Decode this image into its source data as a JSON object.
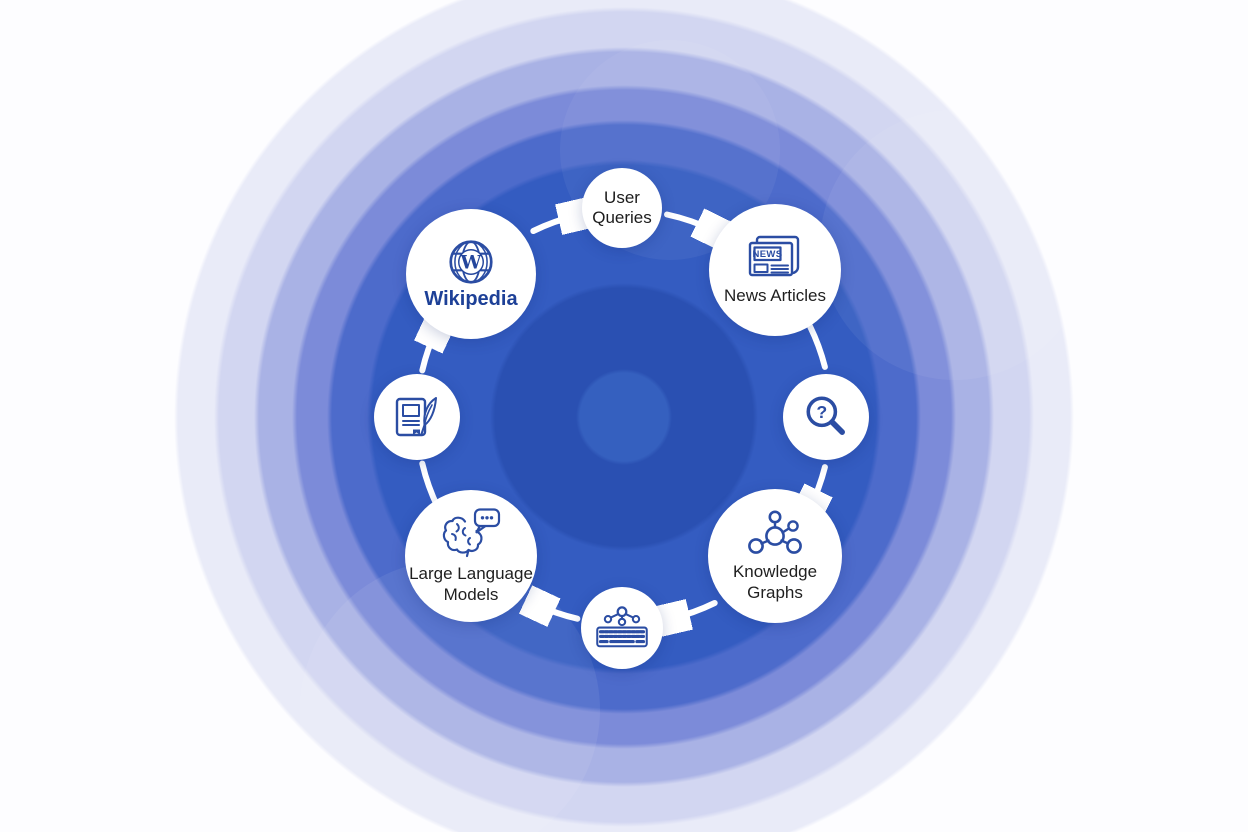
{
  "diagram": {
    "type": "circular-flow",
    "nodes": [
      {
        "id": "user-queries",
        "label": "User Queries",
        "icon": "none"
      },
      {
        "id": "news-articles",
        "label": "News Articles",
        "icon": "newspaper-icon",
        "icon_text": "NEWS"
      },
      {
        "id": "search-question",
        "label": "",
        "icon": "magnifier-question-icon",
        "icon_text": "?"
      },
      {
        "id": "knowledge-graphs",
        "label": "Knowledge Graphs",
        "icon": "graph-nodes-icon"
      },
      {
        "id": "text-network",
        "label": "",
        "icon": "network-keyboard-icon"
      },
      {
        "id": "large-language-models",
        "label": "Large Language Models",
        "icon": "brain-chat-icon"
      },
      {
        "id": "document-quill",
        "label": "",
        "icon": "document-quill-icon"
      },
      {
        "id": "wikipedia",
        "label": "Wikipedia",
        "icon": "wikipedia-globe-icon",
        "icon_text": "W"
      }
    ],
    "flow_order": [
      "user-queries",
      "news-articles",
      "search-question",
      "knowledge-graphs",
      "text-network",
      "large-language-models",
      "document-quill",
      "wikipedia"
    ],
    "flow_direction": "clockwise",
    "colors": {
      "arrow": "#ffffff",
      "icon_stroke": "#2b4da3",
      "label_text": "#1f1f1f",
      "wikipedia_label": "#1d4097",
      "node_fill": "#ffffff",
      "rings_outer_to_inner": [
        "#e9ebf8",
        "#d2d6f1",
        "#a9b2e5",
        "#7c8bd9",
        "#4d6bcb",
        "#345cc1",
        "#2a50b2",
        "#3560bf"
      ]
    }
  }
}
